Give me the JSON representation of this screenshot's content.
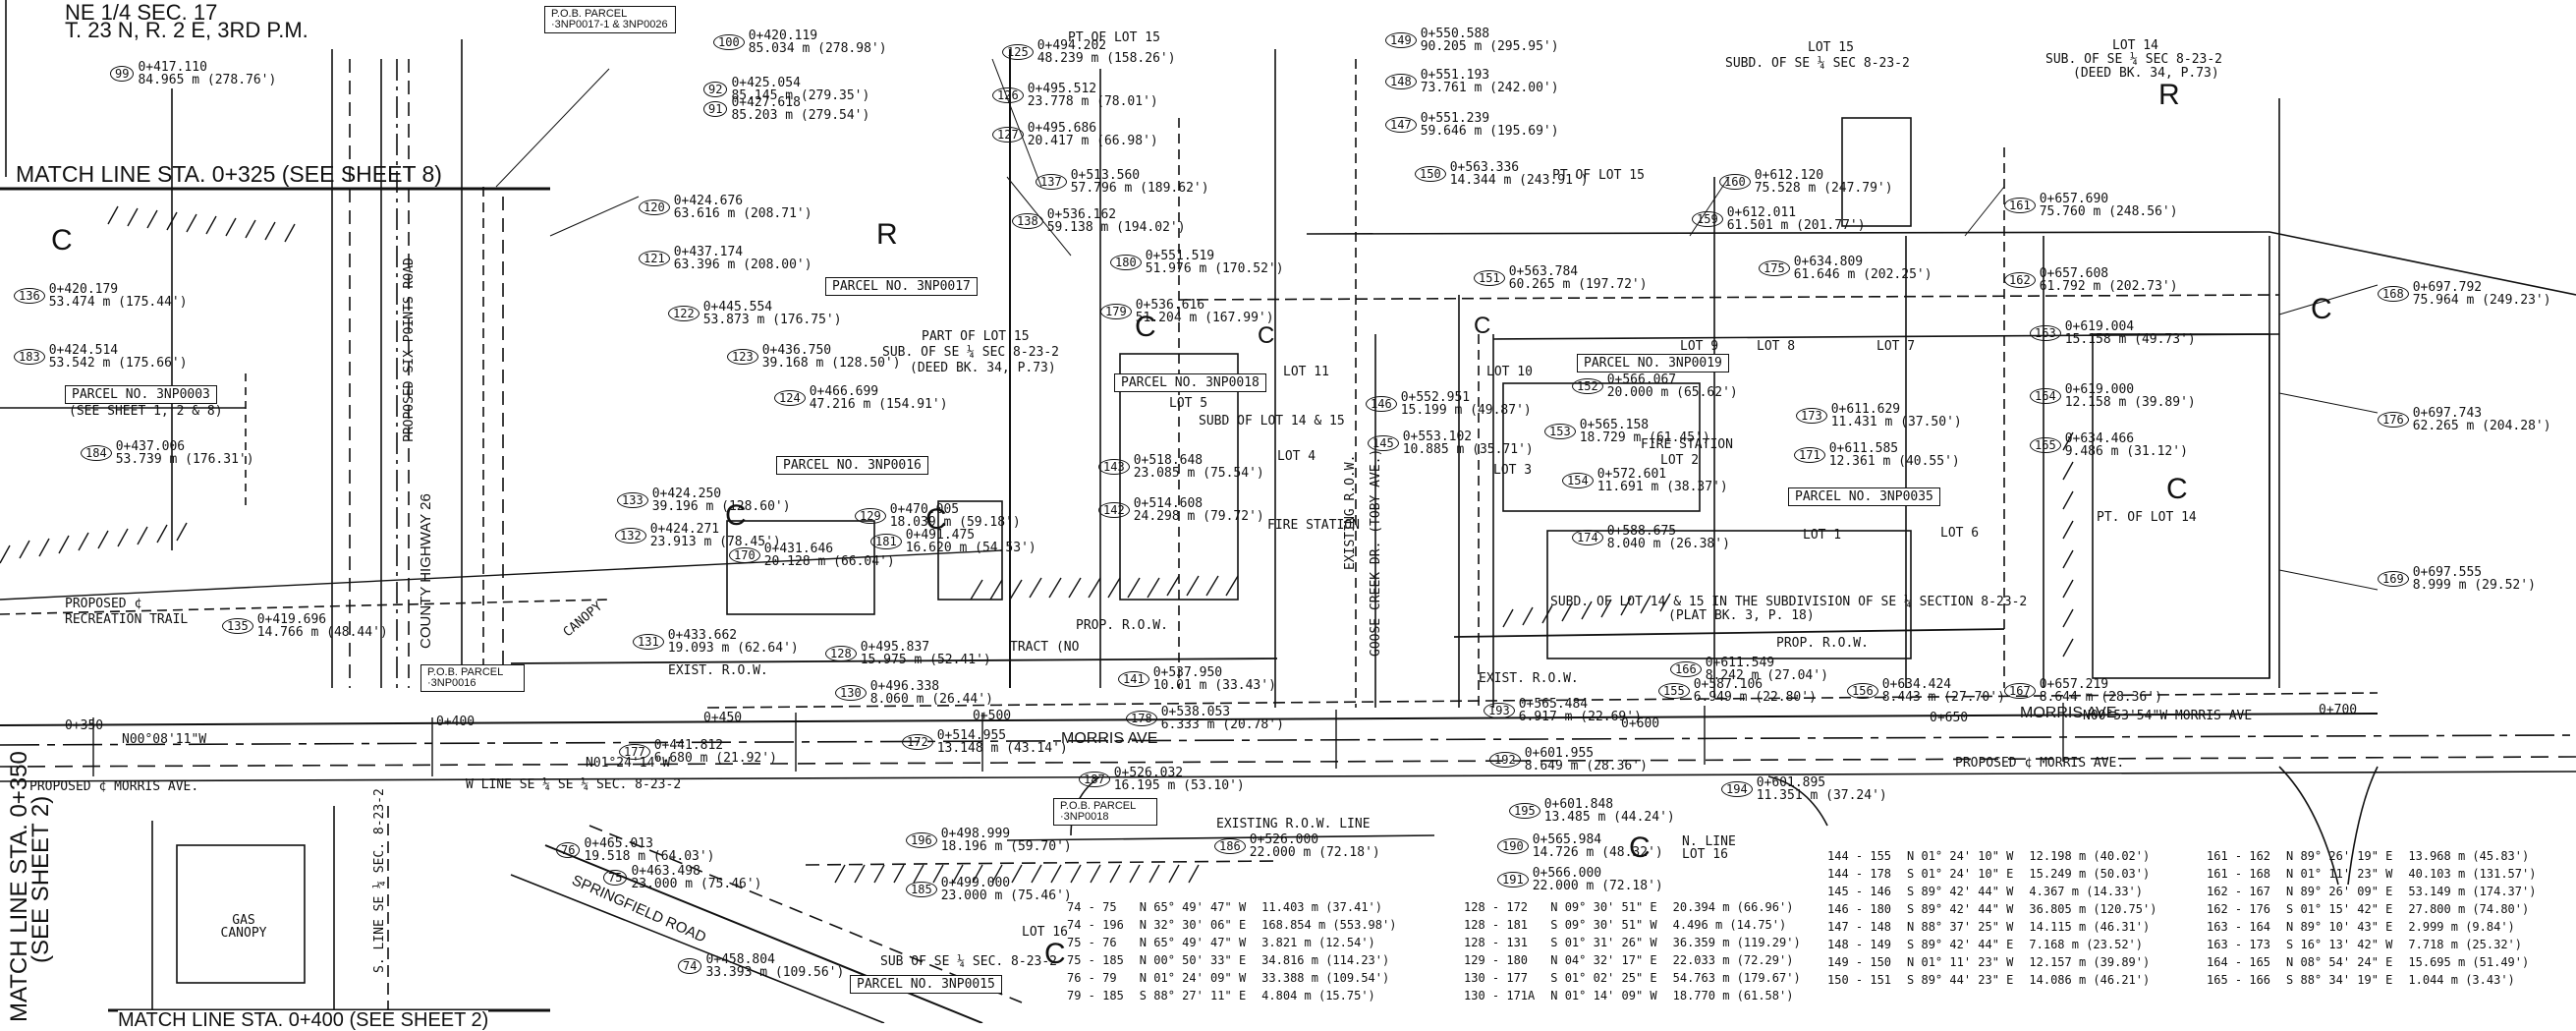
{
  "header": {
    "quarter": "NE 1/4 SEC. 17",
    "township": "T. 23 N, R. 2 E, 3RD P.M."
  },
  "match_lines": {
    "top": "MATCH LINE STA. 0+325  (SEE SHEET 8)",
    "left_1": "MATCH LINE STA. 0+350",
    "left_2": "(SEE SHEET 2)",
    "bottom": "MATCH LINE STA. 0+400 (SEE SHEET 2)"
  },
  "roads": {
    "morris_ave": "MORRIS AVE",
    "morris_ave_right": "MORRIS AVE",
    "springfield": "SPRINGFIELD ROAD",
    "county_hwy": "COUNTY HIGHWAY 26",
    "six_points": "PROPOSED SIX POINTS ROAD",
    "goose_creek": "GOOSE CREEK DR. (TOBY AVE.)",
    "proposed_morris_left": "PROPOSED ¢ MORRIS AVE.",
    "proposed_morris_right": "PROPOSED ¢ MORRIS AVE.",
    "proposed_rec_trail_1": "PROPOSED ¢",
    "proposed_rec_trail_2": "RECREATION TRAIL"
  },
  "parcels": [
    {
      "key": "p1",
      "text": "PARCEL NO. 3NP0017"
    },
    {
      "key": "p2",
      "text": "PARCEL NO. 3NP0003"
    },
    {
      "key": "p2b",
      "text": "(SEE SHEET 1, 2 & 8)"
    },
    {
      "key": "p3",
      "text": "PARCEL NO. 3NP0016"
    },
    {
      "key": "p4",
      "text": "PARCEL NO. 3NP0018"
    },
    {
      "key": "p5",
      "text": "PARCEL NO. 3NP0019"
    },
    {
      "key": "p6",
      "text": "PARCEL NO. 3NP0035"
    },
    {
      "key": "p7",
      "text": "PARCEL NO. 3NP0015"
    },
    {
      "key": "pob1",
      "text": "P.O.B. PARCEL ·3NP0017-1 & 3NP0026"
    },
    {
      "key": "pob2",
      "text": "P.O.B. PARCEL ·3NP0016"
    },
    {
      "key": "pob3",
      "text": "P.O.B. PARCEL ·3NP0018"
    }
  ],
  "zones": [
    "C",
    "R",
    "C",
    "C",
    "C",
    "C",
    "C",
    "C",
    "C",
    "R",
    "C",
    "C"
  ],
  "labels": {
    "lot15_top": "PT OF LOT 15",
    "lot15_sub_1": "LOT 15",
    "lot15_sub_2": "SUBD. OF SE ¼ SEC 8-23-2",
    "lot14_1": "LOT 14",
    "lot14_2": "SUB. OF SE ¼ SEC 8-23-2",
    "lot14_3": "(DEED BK. 34, P.73)",
    "pt_lot15_mid": "PT OF LOT 15",
    "pt_lot15_a": "PART OF LOT 15",
    "pt_lot15_b": "SUB. OF SE ¼ SEC 8-23-2",
    "pt_lot15_c": "(DEED BK. 34, P.73)",
    "lot5": "LOT 5",
    "lot11": "LOT 11",
    "subd_lot": "SUBD OF LOT 14 & 15",
    "lot4": "LOT 4",
    "fire_station": "FIRE STATION",
    "fire_station2": "FIRE STATION",
    "lot2": "LOT 2",
    "lot10": "LOT 10",
    "lot3": "LOT 3",
    "lot8": "LOT 8",
    "lot1": "LOT 1",
    "lot6": "LOT 6",
    "lot7": "LOT 7",
    "lot9": "LOT 9",
    "pt_lot14": "PT. OF LOT 14",
    "subd_note": "SUBD. OF LOT 14 & 15 IN THE SUBDIVISION OF SE ¼ SECTION 8-23-2",
    "plat": "(PLAT BK. 3, P. 18)",
    "prop_row": "PROP. R.O.W.",
    "exist_row": "EXIST. R.O.W.",
    "existing_row_line": "EXISTING R.O.W. LINE",
    "existing_row": "EXISTING R.O.W.",
    "tract": "TRACT (NO",
    "sub_se": "SUB OF SE ¼ SEC. 8-23-2",
    "lot16": "LOT 16",
    "nl_line": "N. LINE LOT 16",
    "w_line": "W LINE SE ¼ SE ¼ SEC. 8-23-2",
    "s_line": "S. LINE SE ¼ SEC. 8-23-2",
    "gas_canopy": "GAS CANOPY",
    "canopy": "CANOPY",
    "sta_350": "0+350",
    "sta_400": "0+400",
    "sta_450": "0+450",
    "sta_500": "0+500",
    "sta_600": "0+600",
    "sta_650": "0+650",
    "sta_700": "0+700",
    "brg_morris": "N00°08'11\"W",
    "brg_n01": "N01°24'14\"W",
    "brg_n89": "N00°53'54\"W MORRIS AVE"
  },
  "callouts": [
    {
      "n": "99",
      "sta": "0+417.110",
      "off": "84.965 m (278.76')"
    },
    {
      "n": "100",
      "sta": "0+420.119",
      "off": "85.034 m (278.98')"
    },
    {
      "n": "92",
      "sta": "0+425.054",
      "off": "85.145 m (279.35')"
    },
    {
      "n": "91",
      "sta": "0+427.618",
      "off": "85.203 m (279.54')"
    },
    {
      "n": "120",
      "sta": "0+424.676",
      "off": "63.616 m (208.71')"
    },
    {
      "n": "121",
      "sta": "0+437.174",
      "off": "63.396 m (208.00')"
    },
    {
      "n": "122",
      "sta": "0+445.554",
      "off": "53.873 m (176.75')"
    },
    {
      "n": "123",
      "sta": "0+436.750",
      "off": "39.168 m (128.50')"
    },
    {
      "n": "124",
      "sta": "0+466.699",
      "off": "47.216 m (154.91')"
    },
    {
      "n": "136",
      "sta": "0+420.179",
      "off": "53.474 m (175.44')"
    },
    {
      "n": "183",
      "sta": "0+424.514",
      "off": "53.542 m (175.66')"
    },
    {
      "n": "184",
      "sta": "0+437.006",
      "off": "53.739 m (176.31')"
    },
    {
      "n": "133",
      "sta": "0+424.250",
      "off": "39.196 m (128.60')"
    },
    {
      "n": "132",
      "sta": "0+424.271",
      "off": "23.913 m (78.45')"
    },
    {
      "n": "129",
      "sta": "0+470.005",
      "off": "18.039 m (59.18')"
    },
    {
      "n": "181",
      "sta": "0+491.475",
      "off": "16.620 m (54.53')"
    },
    {
      "n": "170",
      "sta": "0+431.646",
      "off": "20.128 m (66.04')"
    },
    {
      "n": "131",
      "sta": "0+433.662",
      "off": "19.093 m (62.64')"
    },
    {
      "n": "135",
      "sta": "0+419.696",
      "off": "14.766 m (48.44')"
    },
    {
      "n": "128",
      "sta": "0+495.837",
      "off": "15.975 m (52.41')"
    },
    {
      "n": "130",
      "sta": "0+496.338",
      "off": "8.060 m (26.44')"
    },
    {
      "n": "125",
      "sta": "0+494.202",
      "off": "48.239 m (158.26')"
    },
    {
      "n": "126",
      "sta": "0+495.512",
      "off": "23.778 m (78.01')"
    },
    {
      "n": "127",
      "sta": "0+495.686",
      "off": "20.417 m (66.98')"
    },
    {
      "n": "137",
      "sta": "0+513.560",
      "off": "57.796 m (189.62')"
    },
    {
      "n": "138",
      "sta": "0+536.162",
      "off": "59.138 m (194.02')"
    },
    {
      "n": "180",
      "sta": "0+551.519",
      "off": "51.976 m (170.52')"
    },
    {
      "n": "179",
      "sta": "0+536.616",
      "off": "51.204 m (167.99')"
    },
    {
      "n": "149",
      "sta": "0+550.588",
      "off": "90.205 m (295.95')"
    },
    {
      "n": "148",
      "sta": "0+551.193",
      "off": "73.761 m (242.00')"
    },
    {
      "n": "147",
      "sta": "0+551.239",
      "off": "59.646 m (195.69')"
    },
    {
      "n": "150",
      "sta": "0+563.336",
      "off": "14.344 m (243.91')"
    },
    {
      "n": "151",
      "sta": "0+563.784",
      "off": "60.265 m (197.72')"
    },
    {
      "n": "160",
      "sta": "0+612.120",
      "off": "75.528 m (247.79')"
    },
    {
      "n": "159",
      "sta": "0+612.011",
      "off": "61.501 m (201.77')"
    },
    {
      "n": "175",
      "sta": "0+634.809",
      "off": "61.646 m (202.25')"
    },
    {
      "n": "161",
      "sta": "0+657.690",
      "off": "75.760 m (248.56')"
    },
    {
      "n": "162",
      "sta": "0+657.608",
      "off": "61.792 m (202.73')"
    },
    {
      "n": "163",
      "sta": "0+619.004",
      "off": "15.158 m (49.73')"
    },
    {
      "n": "164",
      "sta": "0+619.000",
      "off": "12.158 m (39.89')"
    },
    {
      "n": "165",
      "sta": "0+634.466",
      "off": "9.486 m (31.12')"
    },
    {
      "n": "168",
      "sta": "0+697.792",
      "off": "75.964 m (249.23')"
    },
    {
      "n": "176",
      "sta": "0+697.743",
      "off": "62.265 m (204.28')"
    },
    {
      "n": "169",
      "sta": "0+697.555",
      "off": "8.999 m (29.52')"
    },
    {
      "n": "171",
      "sta": "0+611.585",
      "off": "12.361 m (40.55')"
    },
    {
      "n": "173",
      "sta": "0+611.629",
      "off": "11.431 m (37.50')"
    },
    {
      "n": "174",
      "sta": "0+588.675",
      "off": "8.040 m (26.38')"
    },
    {
      "n": "166",
      "sta": "0+611.549",
      "off": "8.242 m (27.04')"
    },
    {
      "n": "167",
      "sta": "0+657.219",
      "off": "8.644 m (28.36')"
    },
    {
      "n": "156",
      "sta": "0+634.424",
      "off": "8.443 m (27.70')"
    },
    {
      "n": "152",
      "sta": "0+566.067",
      "off": "20.000 m (65.62')"
    },
    {
      "n": "153",
      "sta": "0+565.158",
      "off": "18.729 m (61.45')"
    },
    {
      "n": "154",
      "sta": "0+572.601",
      "off": "11.691 m (38.37')"
    },
    {
      "n": "145",
      "sta": "0+553.102",
      "off": "10.885 m (35.71')"
    },
    {
      "n": "146",
      "sta": "0+552.951",
      "off": "15.199 m (49.87')"
    },
    {
      "n": "143",
      "sta": "0+518.648",
      "off": "23.085 m (75.54')"
    },
    {
      "n": "142",
      "sta": "0+514.608",
      "off": "24.298 m (79.72')"
    },
    {
      "n": "141",
      "sta": "0+537.950",
      "off": "10.01 m (33.43')"
    },
    {
      "n": "178",
      "sta": "0+538.053",
      "off": "6.333 m (20.78')"
    },
    {
      "n": "193",
      "sta": "0+565.484",
      "off": "6.917 m (22.69')"
    },
    {
      "n": "192",
      "sta": "0+601.955",
      "off": "8.649 m (28.36')"
    },
    {
      "n": "155",
      "sta": "0+587.106",
      "off": "6.949 m (22.80')"
    },
    {
      "n": "194",
      "sta": "0+601.895",
      "off": "11.351 m (37.24')"
    },
    {
      "n": "195",
      "sta": "0+601.848",
      "off": "13.485 m (44.24')"
    },
    {
      "n": "190",
      "sta": "0+565.984",
      "off": "14.726 m (48.32')"
    },
    {
      "n": "191",
      "sta": "0+566.000",
      "off": "22.000 m (72.18')"
    },
    {
      "n": "186",
      "sta": "0+526.000",
      "off": "22.000 m (72.18')"
    },
    {
      "n": "177",
      "sta": "0+441.812",
      "off": "6.680 m (21.92')"
    },
    {
      "n": "172",
      "sta": "0+514.955",
      "off": "13.148 m (43.14')"
    },
    {
      "n": "187",
      "sta": "0+526.032",
      "off": "16.195 m (53.10')"
    },
    {
      "n": "76",
      "sta": "0+465.013",
      "off": "19.518 m (64.03')"
    },
    {
      "n": "75",
      "sta": "0+463.498",
      "off": "23.000 m (75.46')"
    },
    {
      "n": "74",
      "sta": "0+458.804",
      "off": "33.393 m (109.56')"
    },
    {
      "n": "185",
      "sta": "0+499.000",
      "off": "23.000 m (75.46')"
    },
    {
      "n": "196",
      "sta": "0+498.999",
      "off": "18.196 m (59.70')"
    }
  ],
  "bearing_tables": [
    {
      "rows": [
        [
          "74 - 75",
          "N 65° 49' 47\" W",
          "11.403 m (37.41')"
        ],
        [
          "74 - 196",
          "N 32° 30' 06\" E",
          "168.854 m (553.98')"
        ],
        [
          "75 - 76",
          "N 65° 49' 47\" W",
          "3.821 m (12.54')"
        ],
        [
          "75 - 185",
          "N 00° 50' 33\" E",
          "34.816 m (114.23')"
        ],
        [
          "76 - 79",
          "N 01° 24' 09\" W",
          "33.388 m (109.54')"
        ],
        [
          "79 - 185",
          "S 88° 27' 11\" E",
          "4.804 m (15.75')"
        ]
      ]
    },
    {
      "rows": [
        [
          "128 - 172",
          "N 09° 30' 51\" E",
          "20.394 m (66.96')"
        ],
        [
          "128 - 181",
          "S 09° 30' 51\" W",
          "4.496 m (14.75')"
        ],
        [
          "128 - 131",
          "S 01° 31' 26\" W",
          "36.359 m (119.29')"
        ],
        [
          "129 - 180",
          "N 04° 32' 17\" E",
          "22.033 m (72.29')"
        ],
        [
          "130 - 177",
          "S 01° 02' 25\" E",
          "54.763 m (179.67')"
        ],
        [
          "130 - 171A",
          "N 01° 14' 09\" W",
          "18.770 m (61.58')"
        ]
      ]
    },
    {
      "rows": [
        [
          "144 - 155",
          "N 01° 24' 10\" W",
          "12.198 m (40.02')"
        ],
        [
          "144 - 178",
          "S 01° 24' 10\" E",
          "15.249 m (50.03')"
        ],
        [
          "145 - 146",
          "S 89° 42' 44\" W",
          "4.367 m (14.33')"
        ],
        [
          "146 - 180",
          "S 89° 42' 44\" W",
          "36.805 m (120.75')"
        ],
        [
          "147 - 148",
          "N 88° 37' 25\" W",
          "14.115 m (46.31')"
        ],
        [
          "148 - 149",
          "S 89° 42' 44\" E",
          "7.168 m (23.52')"
        ],
        [
          "149 - 150",
          "N 01° 11' 23\" W",
          "12.157 m (39.89')"
        ],
        [
          "150 - 151",
          "S 89° 44' 23\" E",
          "14.086 m (46.21')"
        ]
      ]
    },
    {
      "rows": [
        [
          "161 - 162",
          "N 89° 26' 19\" E",
          "13.968 m (45.83')"
        ],
        [
          "161 - 168",
          "N 01° 11' 23\" W",
          "40.103 m (131.57')"
        ],
        [
          "162 - 167",
          "N 89° 26' 09\" E",
          "53.149 m (174.37')"
        ],
        [
          "162 - 176",
          "S 01° 15' 42\" E",
          "27.800 m (74.80')"
        ],
        [
          "163 - 164",
          "N 89° 10' 43\" E",
          "2.999 m (9.84')"
        ],
        [
          "163 - 173",
          "S 16° 13' 42\" W",
          "7.718 m (25.32')"
        ],
        [
          "164 - 165",
          "N 08° 54' 24\" E",
          "15.695 m (51.49')"
        ],
        [
          "165 - 166",
          "S 88° 34' 19\" E",
          "1.044 m (3.43')"
        ]
      ]
    }
  ]
}
